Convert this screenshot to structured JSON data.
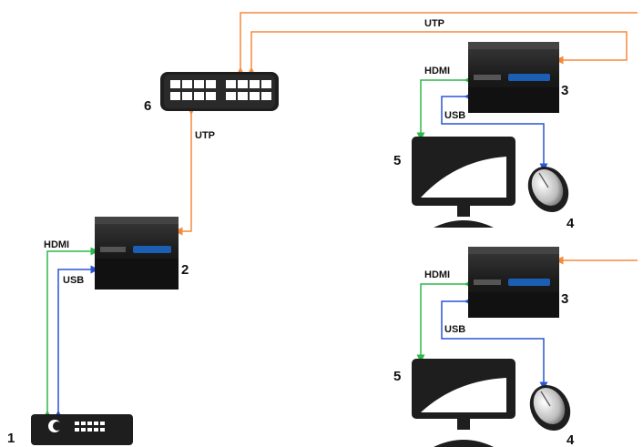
{
  "labels": {
    "utp_top": "UTP",
    "utp_mid": "UTP",
    "hdmi_left": "HDMI",
    "usb_left": "USB",
    "hdmi_rt": "HDMI",
    "usb_rt": "USB",
    "hdmi_rb": "HDMI",
    "usb_rb": "USB"
  },
  "numbers": {
    "source": "1",
    "transmitter": "2",
    "receiver_top": "3",
    "receiver_bottom": "3",
    "mouse_top": "4",
    "mouse_bottom": "4",
    "monitor_top": "5",
    "monitor_bottom": "5",
    "switch": "6"
  },
  "colors": {
    "utp": "#f58a3c",
    "hdmi": "#2db84b",
    "usb": "#2a55d6",
    "device": "#1e1e1e"
  }
}
